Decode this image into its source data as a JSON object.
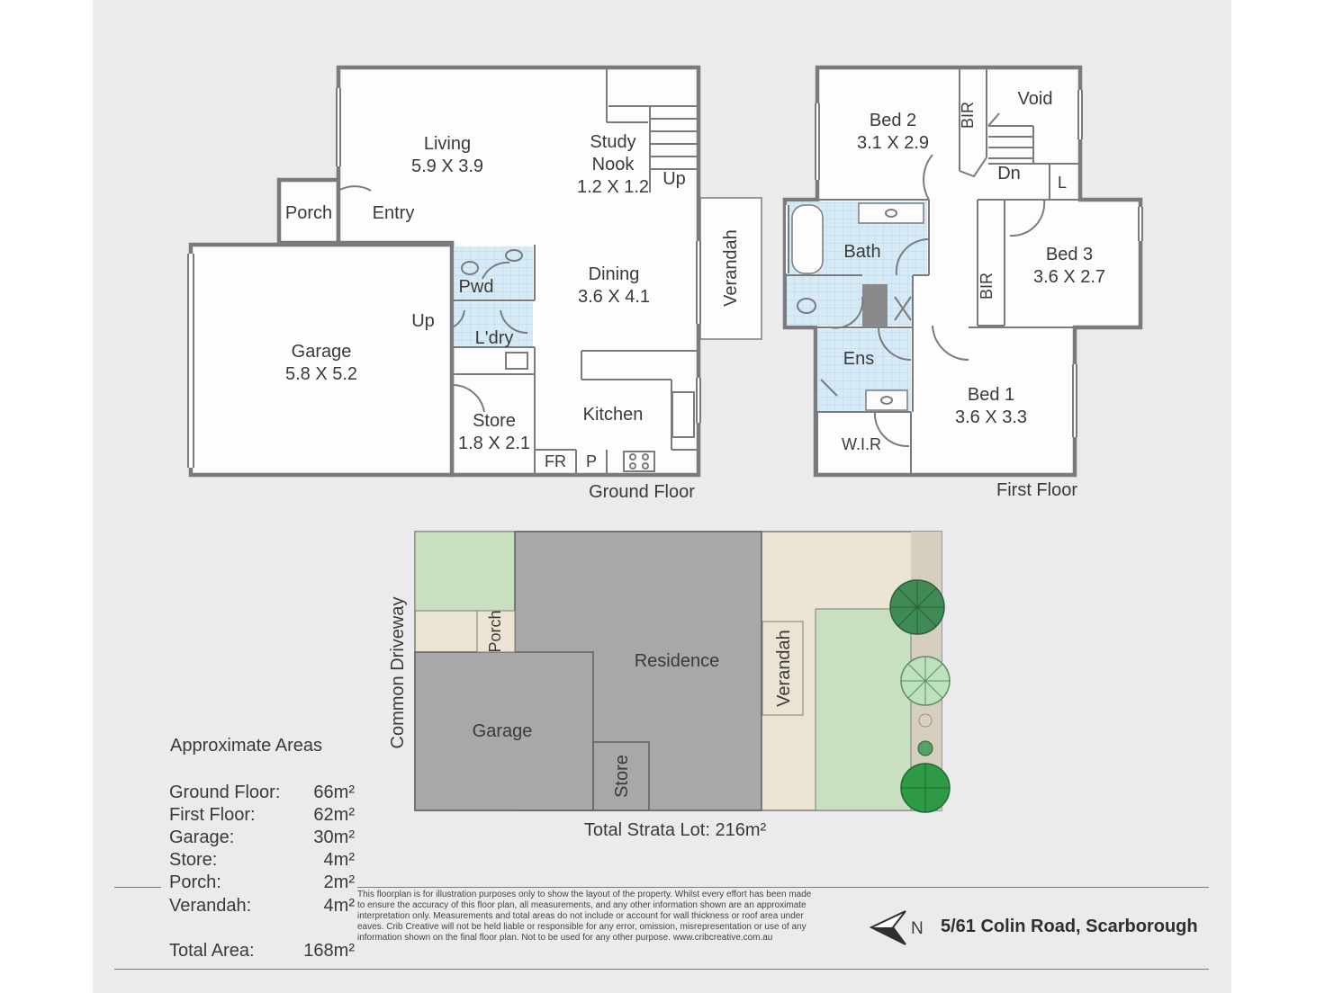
{
  "ground_floor": {
    "title": "Ground Floor",
    "rooms": {
      "living": {
        "name": "Living",
        "size": "5.9 X 3.9"
      },
      "study": {
        "name1": "Study",
        "name2": "Nook",
        "size": "1.2 X 1.2"
      },
      "stair_up": "Up",
      "porch": "Porch",
      "entry": "Entry",
      "dining": {
        "name": "Dining",
        "size": "3.6 X 4.1"
      },
      "verandah": "Verandah",
      "pwd": "Pwd",
      "laundry": "L'dry",
      "garage_up": "Up",
      "garage": {
        "name": "Garage",
        "size": "5.8 X 5.2"
      },
      "kitchen": "Kitchen",
      "store": {
        "name": "Store",
        "size": "1.8 X 2.1"
      },
      "fr": "FR",
      "pantry": "P"
    }
  },
  "first_floor": {
    "title": "First Floor",
    "rooms": {
      "bed2": {
        "name": "Bed 2",
        "size": "3.1 X 2.9"
      },
      "bir_top": "BIR",
      "void": "Void",
      "dn": "Dn",
      "linen": "L",
      "bath": "Bath",
      "bed3": {
        "name": "Bed 3",
        "size": "3.6 X 2.7"
      },
      "bir_mid": "BIR",
      "ens": "Ens",
      "bed1": {
        "name": "Bed 1",
        "size": "3.6 X 3.3"
      },
      "wir": "W.I.R"
    }
  },
  "site_plan": {
    "driveway": "Common Driveway",
    "porch": "Porch",
    "residence": "Residence",
    "garage": "Garage",
    "store": "Store",
    "verandah": "Verandah",
    "total_label": "Total Strata Lot: 216m²",
    "colors": {
      "building": "#a8a8aa",
      "lawn": "#c8e0bf",
      "paving": "#ece4d2",
      "path": "#d6cfc0",
      "tree_dark": "#3f8a55",
      "tree_light": "#bde0be"
    }
  },
  "areas": {
    "title": "Approximate Areas",
    "rows": [
      {
        "name": "Ground Floor:",
        "value": "66m²"
      },
      {
        "name": "First Floor:",
        "value": "62m²"
      },
      {
        "name": "Garage:",
        "value": "30m²"
      },
      {
        "name": "Store:",
        "value": "4m²"
      },
      {
        "name": "Porch:",
        "value": "2m²"
      },
      {
        "name": "Verandah:",
        "value": "4m²"
      }
    ],
    "total": {
      "name": "Total Area:",
      "value": "168m²"
    }
  },
  "disclaimer": "This floorplan is for illustration purposes only to show the layout of the property. Whilst every effort has been made to ensure the accuracy of this floor plan, all measurements, and any other information shown are an approximate interpretation only. Measurements and total areas do not include or account for wall thickness or roof area under eaves. Crib Creative will not be held liable or responsible for any error, omission, misrepresentation or use of any information shown on the final floor plan. Not to be used for any other purpose. www.cribcreative.com.au",
  "compass": {
    "icon": "north-arrow-icon",
    "letter": "N"
  },
  "address": "5/61 Colin Road, Scarborough"
}
